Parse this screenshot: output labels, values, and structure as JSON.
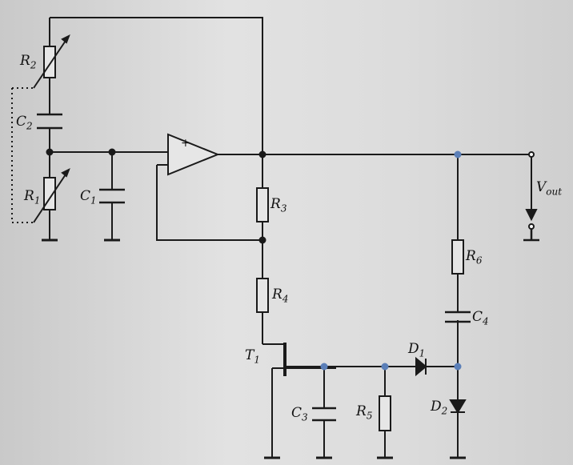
{
  "labels": {
    "r1": "R",
    "r1_sub": "1",
    "r2": "R",
    "r2_sub": "2",
    "r3": "R",
    "r3_sub": "3",
    "r4": "R",
    "r4_sub": "4",
    "r5": "R",
    "r5_sub": "5",
    "r6": "R",
    "r6_sub": "6",
    "c1": "C",
    "c1_sub": "1",
    "c2": "C",
    "c2_sub": "2",
    "c3": "C",
    "c3_sub": "3",
    "c4": "C",
    "c4_sub": "4",
    "d1": "D",
    "d1_sub": "1",
    "d2": "D",
    "d2_sub": "2",
    "t1": "T",
    "t1_sub": "1",
    "vout": "V",
    "vout_sub": "out",
    "opamp_plus": "+"
  },
  "colors": {
    "wire": "#1a1a1a",
    "node": "#5b7fb8"
  }
}
